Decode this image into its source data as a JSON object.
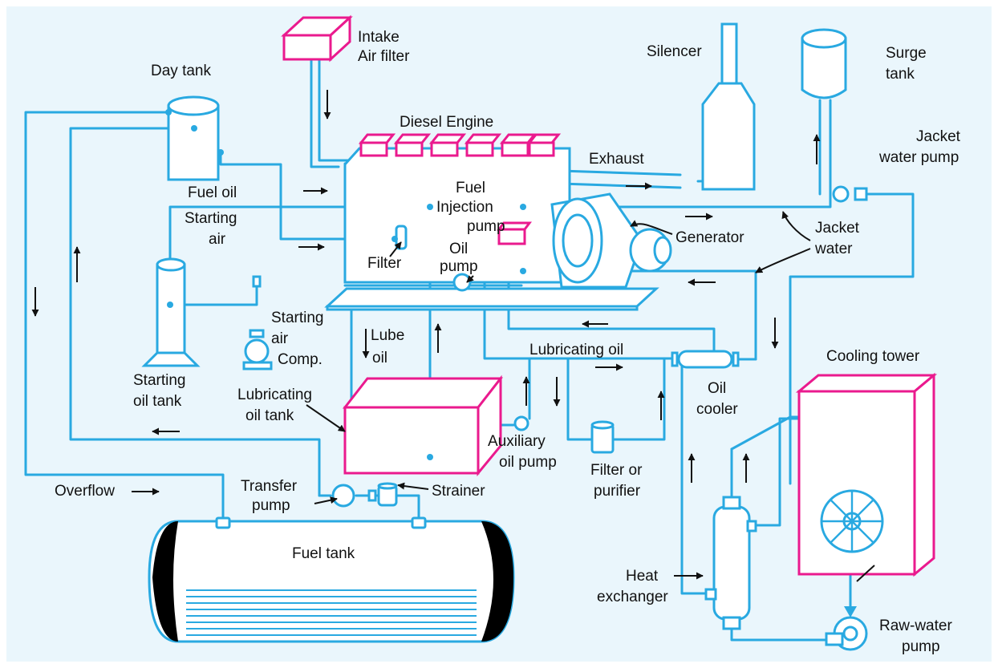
{
  "colors": {
    "background": "#ffffff",
    "panel": "#eaf6fc",
    "pipe": "#29a9e1",
    "equipment_outline_magenta": "#ea1a8e",
    "text": "#111111"
  },
  "labels": {
    "intake_air_filter": [
      "Intake",
      "Air filter"
    ],
    "silencer": "Silencer",
    "surge_tank": [
      "Surge",
      "tank"
    ],
    "day_tank": "Day tank",
    "diesel_engine": "Diesel Engine",
    "exhaust": "Exhaust",
    "jacket_water_pump": [
      "Jacket",
      "water pump"
    ],
    "fuel_oil": "Fuel oil",
    "fuel_injection_pump": [
      "Fuel",
      "Injection",
      "pump"
    ],
    "starting_air": [
      "Starting",
      "air"
    ],
    "generator": "Generator",
    "jacket_water": [
      "Jacket",
      "water"
    ],
    "filter": "Filter",
    "oil_pump": [
      "Oil",
      "pump"
    ],
    "starting_air_comp": [
      "Starting",
      "air",
      "Comp."
    ],
    "lube_oil": [
      "Lube",
      "oil"
    ],
    "lubricating_oil": "Lubricating oil",
    "cooling_tower": "Cooling tower",
    "starting_oil_tank": [
      "Starting",
      "oil tank"
    ],
    "lubricating_oil_tank": [
      "Lubricating",
      "oil tank"
    ],
    "oil_cooler": [
      "Oil",
      "cooler"
    ],
    "auxiliary_oil_pump": [
      "Auxiliary",
      "oil pump"
    ],
    "filter_or_purifier": [
      "Filter or",
      "purifier"
    ],
    "overflow": "Overflow",
    "transfer_pump": [
      "Transfer",
      "pump"
    ],
    "strainer": "Strainer",
    "fuel_tank": "Fuel tank",
    "heat_exchanger": [
      "Heat",
      "exchanger"
    ],
    "raw_water_pump": [
      "Raw-water",
      "pump"
    ]
  }
}
